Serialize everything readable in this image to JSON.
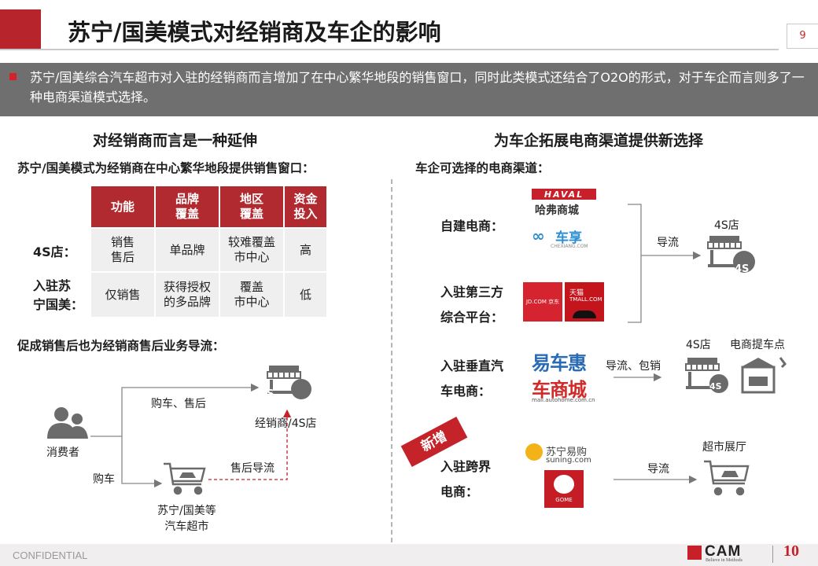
{
  "header": {
    "title": "苏宁/国美模式对经销商及车企的影响",
    "page_number": "9"
  },
  "summary": {
    "text": "苏宁/国美综合汽车超市对入驻的经销商而言增加了在中心繁华地段的销售窗口，同时此类模式还结合了O2O的形式，对于车企而言则多了一种电商渠道模式选择。"
  },
  "left": {
    "heading": "对经销商而言是一种延伸",
    "subheading": "苏宁/国美模式为经销商在中心繁华地段提供销售窗口：",
    "table": {
      "headers": [
        "功能",
        "品牌\n覆盖",
        "地区\n覆盖",
        "资金\n投入"
      ],
      "rows": [
        {
          "label": "4S店：",
          "cells": [
            "销售\n售后",
            "单品牌",
            "较难覆盖\n市中心",
            "高"
          ]
        },
        {
          "label": "入驻苏\n宁国美：",
          "cells": [
            "仅销售",
            "获得授权\n的多品牌",
            "覆盖\n市中心",
            "低"
          ]
        }
      ]
    },
    "flow_heading": "促成销售后也为经销商售后业务导流：",
    "flow": {
      "consumer": "消费者",
      "buy_service": "购车、售后",
      "dealer": "经销商/4S店",
      "buy": "购车",
      "after_sales": "售后导流",
      "supermarket": "苏宁/国美等\n汽车超市",
      "badge_4s": "4S"
    }
  },
  "right": {
    "heading": "为车企拓展电商渠道提供新选择",
    "subheading": "车企可选择的电商渠道：",
    "channels": [
      {
        "label": "自建电商：",
        "logos": [
          "HAVAL",
          "哈弗商城",
          "车享",
          "CHEXIANG.COM"
        ]
      },
      {
        "label": "入驻第三方\n综合平台：",
        "logos": [
          "JD.COM 京东",
          "天猫",
          "TMALL.COM"
        ]
      },
      {
        "label": "入驻垂直汽\n车电商：",
        "logos": [
          "易车惠",
          "车商城",
          "mall.autohome.com.cn"
        ]
      },
      {
        "label": "入驻跨界\n电商：",
        "logos": [
          "苏宁易购",
          "suning.com",
          "GOME"
        ]
      }
    ],
    "flows": {
      "guide1": "导流",
      "dest1": "4S店",
      "guide2": "导流、包销",
      "dest2a": "4S店",
      "dest2b": "电商提车点",
      "guide3": "导流",
      "dest3": "超市展厅",
      "new_stamp": "新增",
      "badge_4s": "4S"
    }
  },
  "footer": {
    "confidential": "CONFIDENTIAL",
    "brand": "CAM",
    "tagline": "Believe in Methods",
    "anniversary": "10"
  },
  "colors": {
    "accent_red": "#b8242b",
    "table_header": "#b02a30",
    "summary_bg": "#6f6f6f",
    "icon_gray": "#6b6b6b"
  }
}
